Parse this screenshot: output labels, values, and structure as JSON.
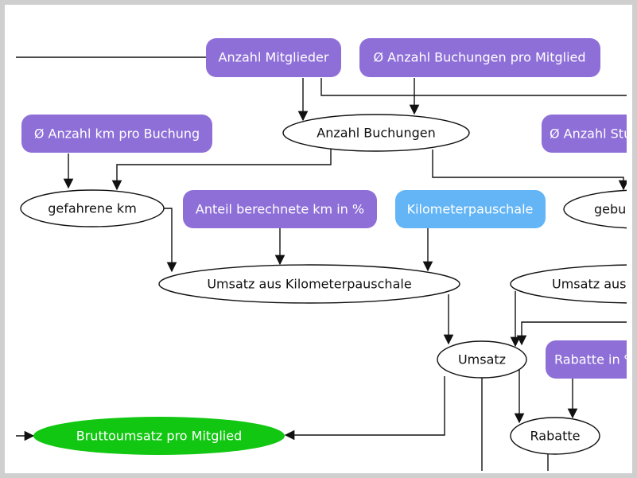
{
  "colors": {
    "purple": "#8e6fd8",
    "blue": "#63b5f6",
    "green": "#11c711",
    "ellipse_fill": "#ffffff",
    "stroke": "#111111",
    "light_text": "#ffffff",
    "dark_text": "#111111"
  },
  "nodes": {
    "anzahl_mitglieder": "Anzahl Mitglieder",
    "avg_buchungen": "Ø Anzahl Buchungen pro Mitglied",
    "avg_km": "Ø Anzahl km pro Buchung",
    "avg_stunden": "Ø Anzahl Stu",
    "anzahl_buchungen": "Anzahl Buchungen",
    "gefahrene_km": "gefahrene km",
    "anteil_km": "Anteil berechnete km in %",
    "kilometerpauschale": "Kilometerpauschale",
    "gebuchte": "gebu",
    "umsatz_km": "Umsatz aus Kilometerpauschale",
    "umsatz_aus": "Umsatz aus",
    "umsatz": "Umsatz",
    "rabatte_pct": "Rabatte in %",
    "bruttoumsatz": "Bruttoumsatz pro Mitglied",
    "rabatte": "Rabatte"
  }
}
